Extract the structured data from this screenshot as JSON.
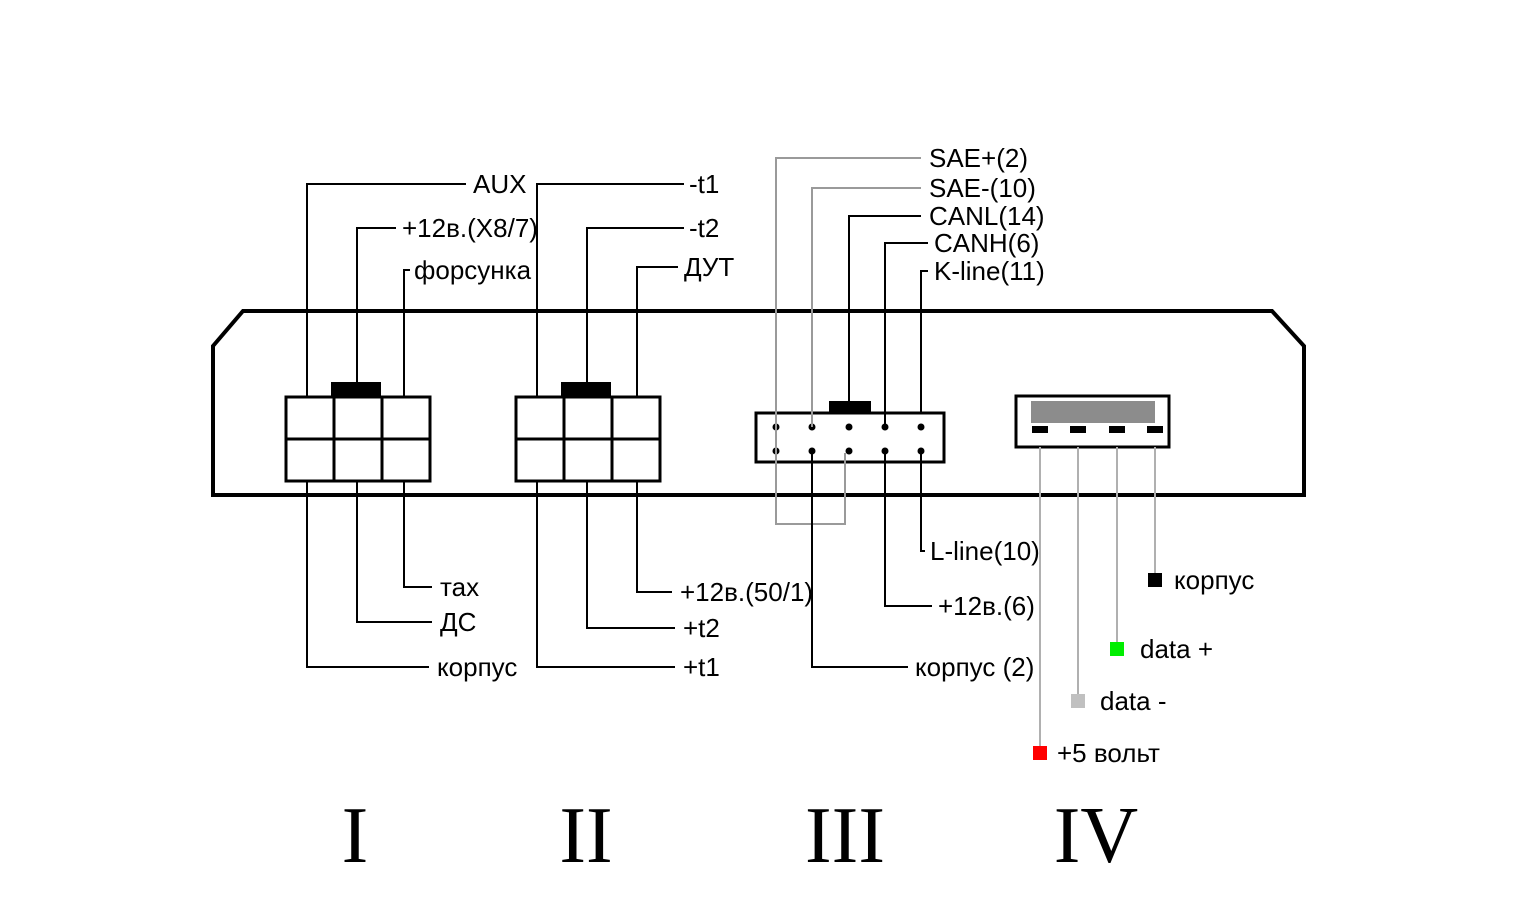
{
  "diagram": {
    "type": "device-connector-pinout-diagram",
    "numerals": [
      "I",
      "II",
      "III",
      "IV"
    ],
    "connector1": {
      "top": [
        "AUX",
        "+12в.(X8/7)",
        "форсунка"
      ],
      "bottom": [
        "тах",
        "ДС",
        "корпус"
      ]
    },
    "connector2": {
      "top": [
        "-t1",
        "-t2",
        "ДУТ"
      ],
      "bottom": [
        "+12в.(50/1)",
        "+t2",
        "+t1"
      ]
    },
    "connector3": {
      "top": [
        "SAE+(2)",
        "SAE-(10)",
        "CANL(14)",
        "CANH(6)",
        "K-line(11)"
      ],
      "bottom": [
        "L-line(10)",
        "+12в.(6)",
        "корпус (2)"
      ]
    },
    "connector4": {
      "labels": [
        "корпус",
        "data +",
        "data -",
        "+5 вольт"
      ]
    },
    "colors": {
      "wire_black": "#000000",
      "wire_gray": "#9a9a9a",
      "wire_light_gray": "#b0b0b0",
      "square_korpus": "#000000",
      "square_data_plus": "#00ee00",
      "square_data_minus": "#c0c0c0",
      "square_plus5": "#ff0000",
      "connector4_inner_bar": "#8c8c8c"
    }
  }
}
